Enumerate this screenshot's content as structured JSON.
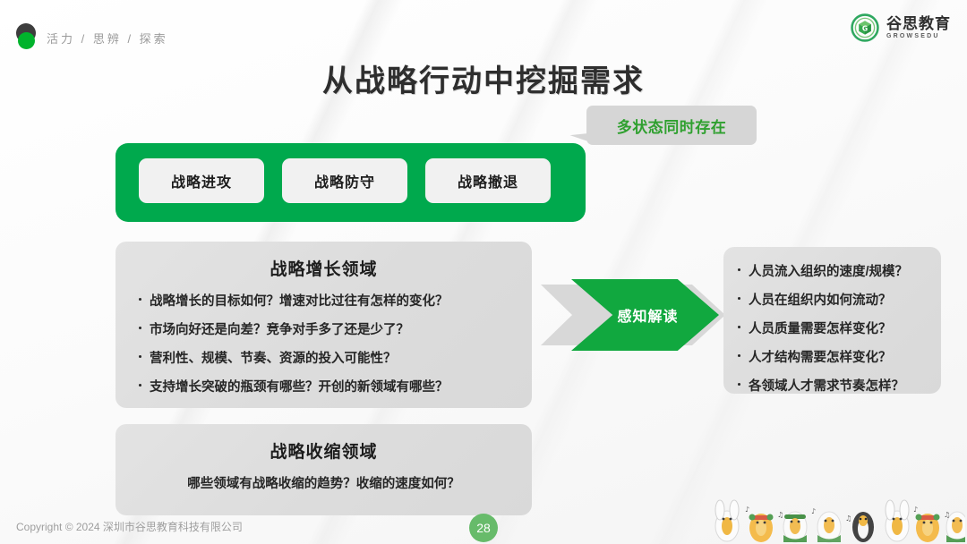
{
  "header": {
    "tagline": "活力 / 思辨 / 探索",
    "logo_cn": "谷思教育",
    "logo_en": "GROWSEDU",
    "mark_icon": "dual-circle-logo-icon",
    "emblem_icon": "growsedu-cube-emblem-icon"
  },
  "title": "从战略行动中挖掘需求",
  "callout": {
    "text": "多状态同时存在"
  },
  "strategy_band": {
    "cards": [
      {
        "label": "战略进攻"
      },
      {
        "label": "战略防守"
      },
      {
        "label": "战略撤退"
      }
    ]
  },
  "growth_panel": {
    "title": "战略增长领域",
    "bullets": [
      "战略增长的目标如何？增速对比过往有怎样的变化？",
      "市场向好还是向差？竞争对手多了还是少了？",
      "营利性、规模、节奏、资源的投入可能性？",
      "支持增长突破的瓶颈有哪些？开创的新领域有哪些？"
    ]
  },
  "shrink_panel": {
    "title": "战略收缩领域",
    "line": "哪些领域有战略收缩的趋势？收缩的速度如何？"
  },
  "arrow": {
    "label": "感知解读"
  },
  "right_panel": {
    "bullets": [
      "人员流入组织的速度/规模？",
      "人员在组织内如何流动？",
      "人员质量需要怎样变化？",
      "人才结构需要怎样变化？",
      "各领域人才需求节奏怎样？"
    ]
  },
  "footer": {
    "copyright": "Copyright © 2024  深圳市谷思教育科技有限公司",
    "page_number": "28"
  },
  "colors": {
    "brand_green": "#00a94d",
    "callout_green": "#2fa02f",
    "arrow_green": "#11a83f",
    "panel_gray": "#dcdcdc",
    "badge_green": "#67bb6a"
  }
}
